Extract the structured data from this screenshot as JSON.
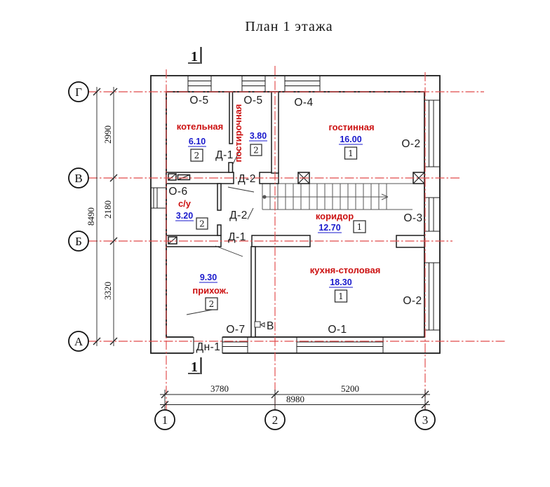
{
  "title": "План 1 этажа",
  "section_mark": "1",
  "axes": {
    "rows": [
      "Г",
      "В",
      "Б",
      "А"
    ],
    "cols": [
      "1",
      "2",
      "3"
    ]
  },
  "dims": {
    "v_chain": [
      "2990",
      "2180",
      "3320"
    ],
    "v_total": "8490",
    "h_chain": [
      "3780",
      "5200"
    ],
    "h_total": "8980"
  },
  "rooms": [
    {
      "name": "котельная",
      "area": "6.10",
      "cat": "2"
    },
    {
      "name": "постирочная",
      "area": "3.80",
      "cat": "2"
    },
    {
      "name": "гостинная",
      "area": "16.00",
      "cat": "1"
    },
    {
      "name": "с/у",
      "area": "3.20",
      "cat": "2"
    },
    {
      "name": "коридор",
      "area": "12.70",
      "cat": "1"
    },
    {
      "name": "прихож.",
      "area": "9.30",
      "cat": "2"
    },
    {
      "name": "кухня-столовая",
      "area": "18.30",
      "cat": "1"
    }
  ],
  "windows": [
    "О-5",
    "О-5",
    "О-4",
    "О-2",
    "О-3",
    "О-2",
    "О-6",
    "О-7",
    "О-1"
  ],
  "doors": [
    "Д-1",
    "Д-2",
    "Д-2",
    "Д-1",
    "Дн-1"
  ],
  "vent_label": "В",
  "colors": {
    "axis_red": "#e04a4a",
    "room_red": "#cc1111",
    "area_blue": "#1a1acc",
    "line": "#1c1c1c"
  }
}
